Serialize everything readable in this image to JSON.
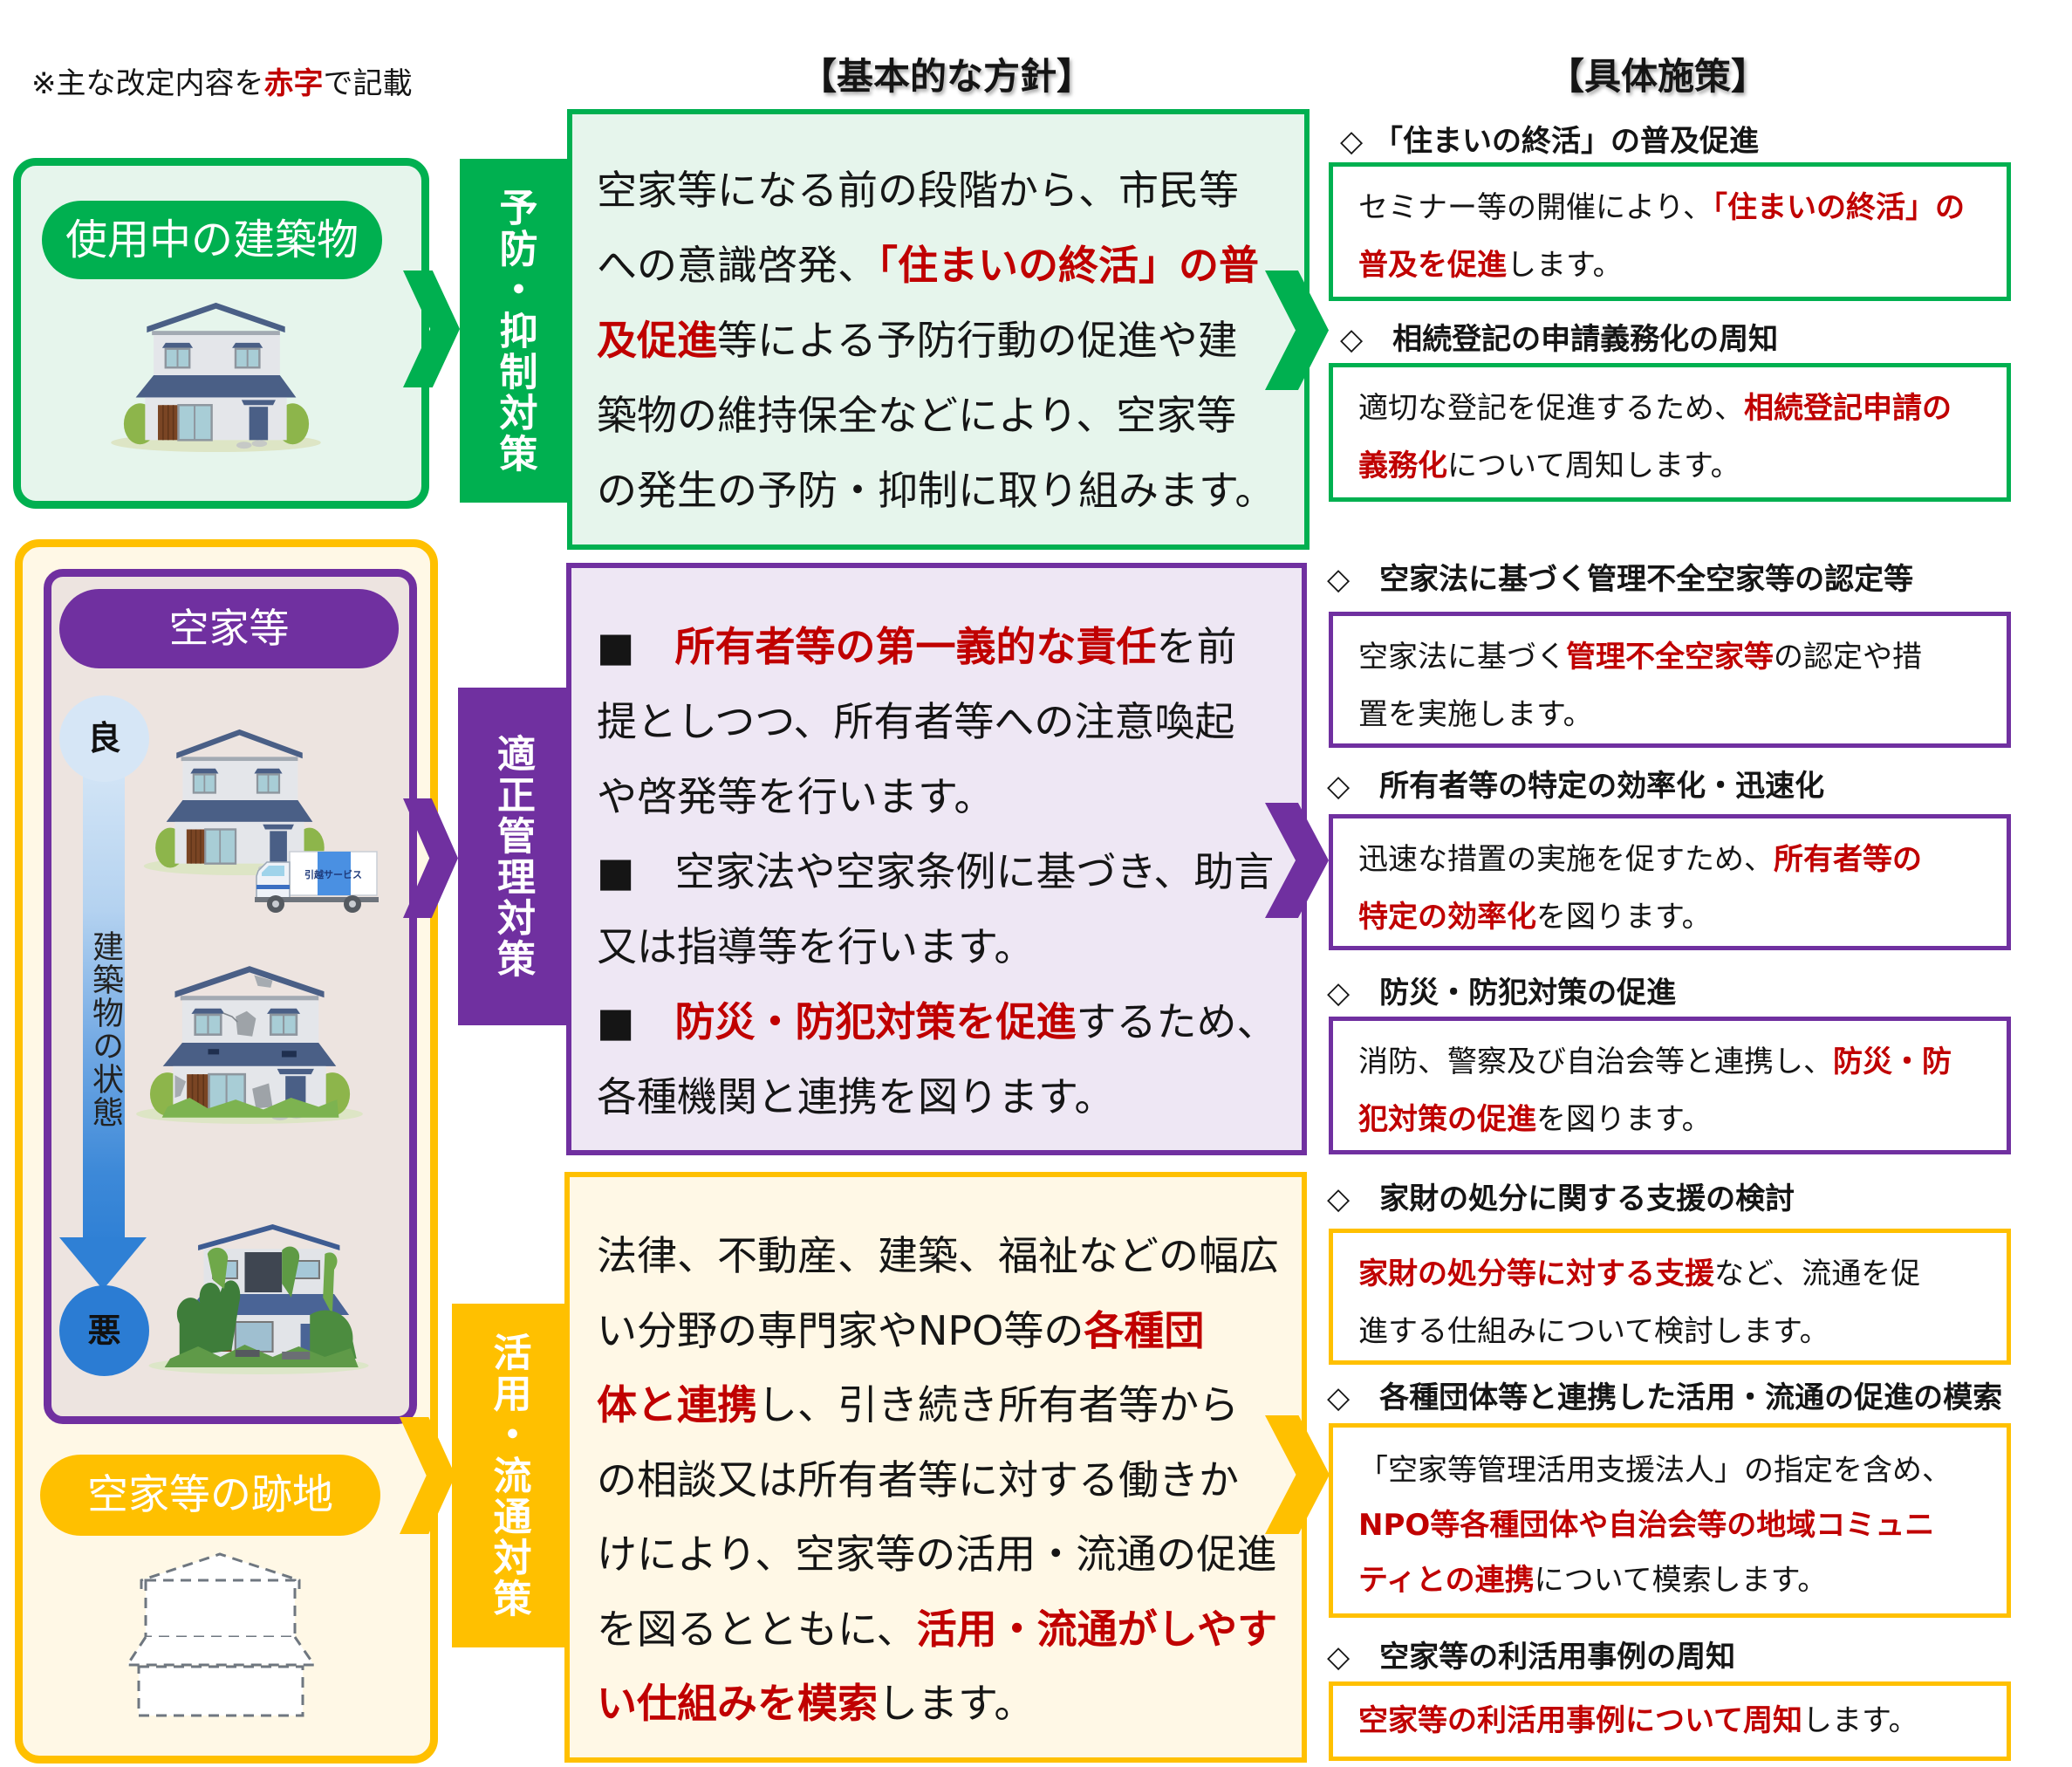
{
  "note": {
    "before": "※主な改定内容を",
    "highlight": "赤字",
    "after": "で記載"
  },
  "column_headers": {
    "policy": "【基本的な方針】",
    "measures": "【具体施策】"
  },
  "colors": {
    "green": "#00B050",
    "purple": "#7030A0",
    "yellow": "#FFC000",
    "highlight_red": "#C00000",
    "arrow_blue": "#2F80D5"
  },
  "building_states": {
    "in_use": {
      "label": "使用中の建築物"
    },
    "vacant": {
      "label": "空家等",
      "scale_top": "良",
      "scale_bottom": "悪",
      "scale_label": "建築物の状態",
      "truck_sign": "引越サービス"
    },
    "vacant_lot": {
      "label": "空家等の跡地"
    }
  },
  "strategies": [
    {
      "label": "予防・抑制対策",
      "color": "#00B050",
      "policy_lines": [
        [
          {
            "text": "空家等になる前の段階から、市民等",
            "highlight": false
          }
        ],
        [
          {
            "text": "への意識啓発、",
            "highlight": false
          },
          {
            "text": "「住まいの終活」の普",
            "highlight": true
          }
        ],
        [
          {
            "text": "及促進",
            "highlight": true
          },
          {
            "text": "等による予防行動の促進や建",
            "highlight": false
          }
        ],
        [
          {
            "text": "築物の維持保全などにより、空家等",
            "highlight": false
          }
        ],
        [
          {
            "text": "の発生の予防・抑制に取り組みます。",
            "highlight": false
          }
        ]
      ],
      "measures": [
        {
          "title": "◇ 「住まいの終活」の普及促進",
          "lines": [
            [
              {
                "text": "セミナー等の開催により、",
                "highlight": false
              },
              {
                "text": "「住まいの終活」の",
                "highlight": true
              }
            ],
            [
              {
                "text": "普及を促進",
                "highlight": true
              },
              {
                "text": "します。",
                "highlight": false
              }
            ]
          ]
        },
        {
          "title": "◇　相続登記の申請義務化の周知",
          "lines": [
            [
              {
                "text": "適切な登記を促進するため、",
                "highlight": false
              },
              {
                "text": "相続登記申請の",
                "highlight": true
              }
            ],
            [
              {
                "text": "義務化",
                "highlight": true
              },
              {
                "text": "について周知します。",
                "highlight": false
              }
            ]
          ]
        }
      ]
    },
    {
      "label": "適正管理対策",
      "color": "#7030A0",
      "policy_lines": [
        [
          {
            "text": "■　",
            "highlight": false
          },
          {
            "text": "所有者等の第一義的な責任",
            "highlight": true
          },
          {
            "text": "を前",
            "highlight": false
          }
        ],
        [
          {
            "text": "提としつつ、所有者等への注意喚起",
            "highlight": false
          }
        ],
        [
          {
            "text": "や啓発等を行います。",
            "highlight": false
          }
        ],
        [
          {
            "text": "■　",
            "highlight": false
          },
          {
            "text": "空家法や空家条例に基づき、助言",
            "highlight": false
          }
        ],
        [
          {
            "text": "又は指導等を行います。",
            "highlight": false
          }
        ],
        [
          {
            "text": "■　",
            "highlight": false
          },
          {
            "text": "防災・防犯対策を促進",
            "highlight": true
          },
          {
            "text": "するため、",
            "highlight": false
          }
        ],
        [
          {
            "text": "各種機関と連携を図ります。",
            "highlight": false
          }
        ]
      ],
      "measures": [
        {
          "title": "◇　空家法に基づく管理不全空家等の認定等",
          "lines": [
            [
              {
                "text": "空家法に基づく",
                "highlight": false
              },
              {
                "text": "管理不全空家等",
                "highlight": true
              },
              {
                "text": "の認定や措",
                "highlight": false
              }
            ],
            [
              {
                "text": "置を実施します。",
                "highlight": false
              }
            ]
          ]
        },
        {
          "title": "◇　所有者等の特定の効率化・迅速化",
          "lines": [
            [
              {
                "text": "迅速な措置の実施を促すため、",
                "highlight": false
              },
              {
                "text": "所有者等の",
                "highlight": true
              }
            ],
            [
              {
                "text": "特定の効率化",
                "highlight": true
              },
              {
                "text": "を図ります。",
                "highlight": false
              }
            ]
          ]
        },
        {
          "title": "◇　防災・防犯対策の促進",
          "lines": [
            [
              {
                "text": "消防、警察及び自治会等と連携し、",
                "highlight": false
              },
              {
                "text": "防災・防",
                "highlight": true
              }
            ],
            [
              {
                "text": "犯対策の促進",
                "highlight": true
              },
              {
                "text": "を図ります。",
                "highlight": false
              }
            ]
          ]
        }
      ]
    },
    {
      "label": "活用・流通対策",
      "color": "#FFC000",
      "policy_lines": [
        [
          {
            "text": "法律、不動産、建築、福祉などの幅広",
            "highlight": false
          }
        ],
        [
          {
            "text": "い分野の専門家やNPO等の",
            "highlight": false
          },
          {
            "text": "各種団",
            "highlight": true
          }
        ],
        [
          {
            "text": "体と連携",
            "highlight": true
          },
          {
            "text": "し、引き続き所有者等から",
            "highlight": false
          }
        ],
        [
          {
            "text": "の相談又は所有者等に対する働きか",
            "highlight": false
          }
        ],
        [
          {
            "text": "けにより、空家等の活用・流通の促進",
            "highlight": false
          }
        ],
        [
          {
            "text": "を図るとともに、",
            "highlight": false
          },
          {
            "text": "活用・流通がしやす",
            "highlight": true
          }
        ],
        [
          {
            "text": "い仕組みを模索",
            "highlight": true
          },
          {
            "text": "します。",
            "highlight": false
          }
        ]
      ],
      "measures": [
        {
          "title": "◇　家財の処分に関する支援の検討",
          "lines": [
            [
              {
                "text": "家財の処分等に対する支援",
                "highlight": true
              },
              {
                "text": "など、流通を促",
                "highlight": false
              }
            ],
            [
              {
                "text": "進する仕組みについて検討します。",
                "highlight": false
              }
            ]
          ]
        },
        {
          "title": "◇　各種団体等と連携した活用・流通の促進の模索",
          "lines": [
            [
              {
                "text": "「空家等管理活用支援法人」の指定を含め、",
                "highlight": false
              }
            ],
            [
              {
                "text": "NPO等各種団体や自治会等の地域コミュニ",
                "highlight": true
              }
            ],
            [
              {
                "text": "ティとの連携",
                "highlight": true
              },
              {
                "text": "について模索します。",
                "highlight": false
              }
            ]
          ]
        },
        {
          "title": "◇　空家等の利活用事例の周知",
          "lines": [
            [
              {
                "text": "空家等の利活用事例について周知",
                "highlight": true
              },
              {
                "text": "します。",
                "highlight": false
              }
            ]
          ]
        }
      ]
    }
  ]
}
